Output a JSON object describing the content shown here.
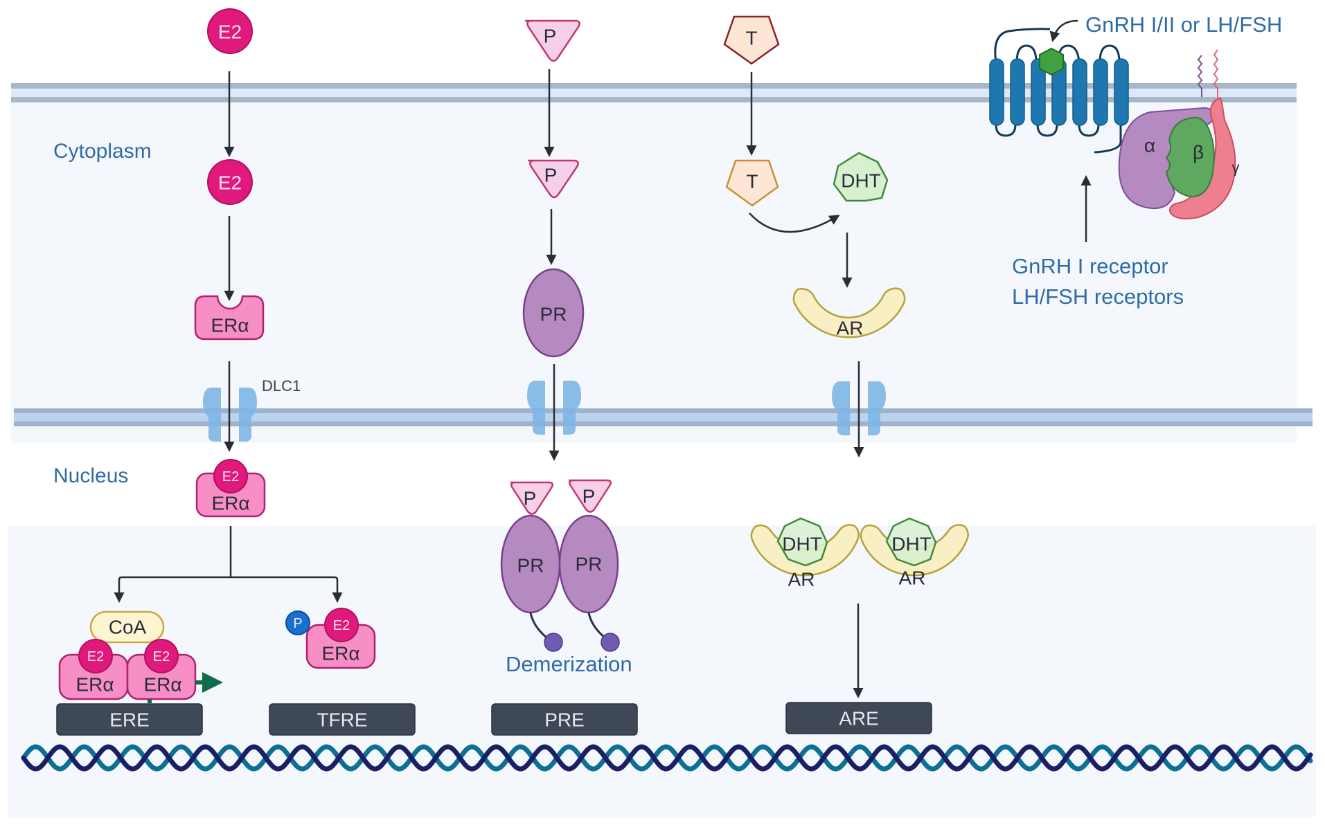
{
  "diagram": {
    "regions": {
      "cytoplasm": "Cytoplasm",
      "nucleus": "Nucleus"
    },
    "estrogen_pathway": {
      "ligand": "E2",
      "receptor": "ERα",
      "pore_label": "DLC1",
      "coactivator": "CoA",
      "phospho": "P",
      "response_elements": [
        "ERE",
        "TFRE"
      ]
    },
    "progesterone_pathway": {
      "ligand": "P",
      "receptor": "PR",
      "dimer_label": "Demerization",
      "response_element": "PRE"
    },
    "androgen_pathway": {
      "ligand": "T",
      "metabolite": "DHT",
      "receptor": "AR",
      "response_element": "ARE"
    },
    "gpcr": {
      "ligand_label": "GnRH I/II or LH/FSH",
      "receptor_label_line1": "GnRH I receptor",
      "receptor_label_line2": "LH/FSH receptors",
      "g_alpha": "α",
      "g_beta": "β",
      "g_gamma": "γ"
    },
    "colors": {
      "e2": "#e0197d",
      "era": "#f78fc6",
      "progesterone": "#f6cfe8",
      "pr": "#b48ac0",
      "testosterone": "#fde6d3",
      "dht": "#d7f0d0",
      "ar": "#f8efc4",
      "receptor_helix": "#1f77b0",
      "g_alpha": "#b48ac0",
      "g_beta": "#5fa85f",
      "g_gamma": "#ee7f8f",
      "response_box": "#3f4856",
      "dna_strand_a": "#1a1f66",
      "dna_strand_b": "#0e6f96"
    }
  }
}
